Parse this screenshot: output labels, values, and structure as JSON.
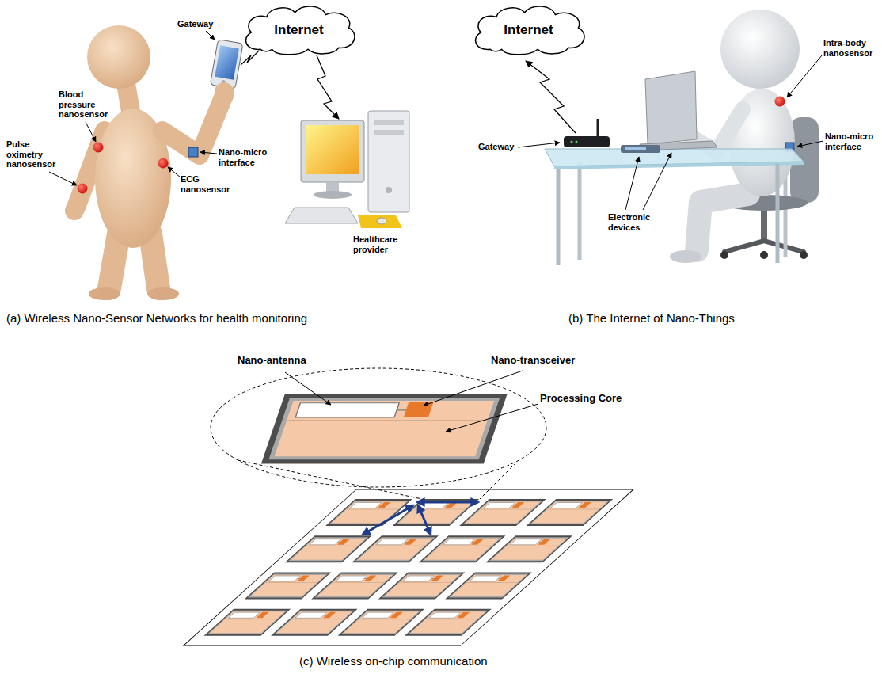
{
  "diagram": {
    "nodes": [
      {
        "text": [
          "Internet"
        ]
      },
      {
        "text": [
          "Internet"
        ]
      }
    ],
    "labels": [
      "Gateway",
      "Blood pressure nanosensor",
      "Pulse oximetry nanosensor",
      "ECG nanosensor",
      "Nano-micro interface",
      "Healthcare provider",
      "(a) Wireless Nano-Sensor Networks for health monitoring",
      "Gateway",
      "Intra-body nanosensor",
      "Nano-micro interface",
      "Electronic devices",
      "(b) The Internet of Nano-Things",
      "Nano-antenna",
      "Nano-transceiver",
      "Processing Core",
      "(c) Wireless on-chip communication"
    ]
  }
}
